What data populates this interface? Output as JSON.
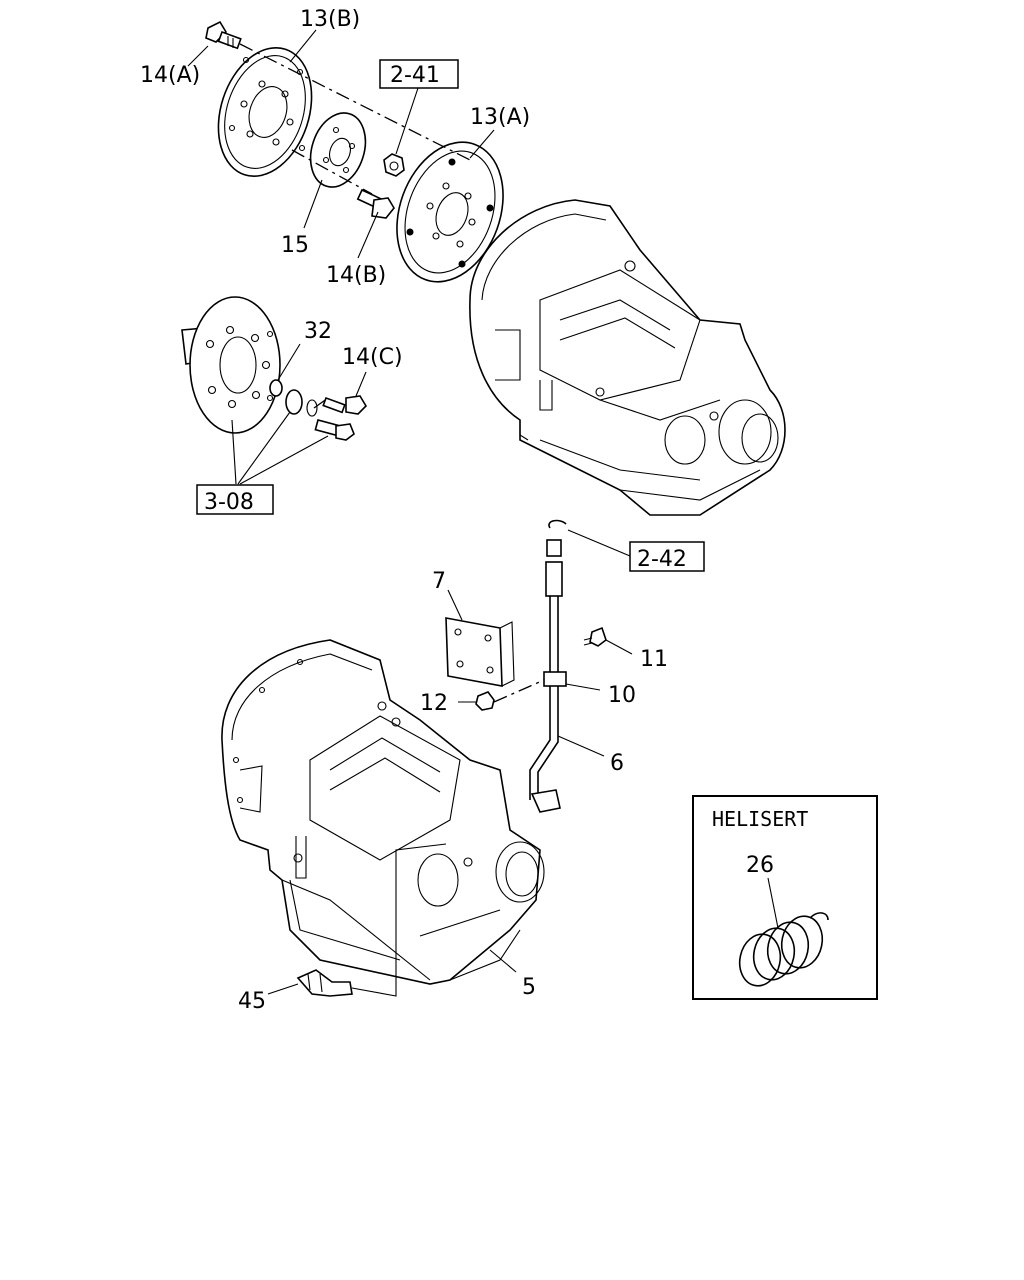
{
  "labels": {
    "p14a": "14(A)",
    "p13b": "13(B)",
    "ref241": "2-41",
    "p13a": "13(A)",
    "p15": "15",
    "p14b": "14(B)",
    "p32": "32",
    "p14c": "14(C)",
    "ref308": "3-08",
    "ref242": "2-42",
    "p7": "7",
    "p11": "11",
    "p12": "12",
    "p10": "10",
    "p6": "6",
    "p5": "5",
    "p45": "45",
    "helisert_title": "HELISERT",
    "p26": "26"
  }
}
